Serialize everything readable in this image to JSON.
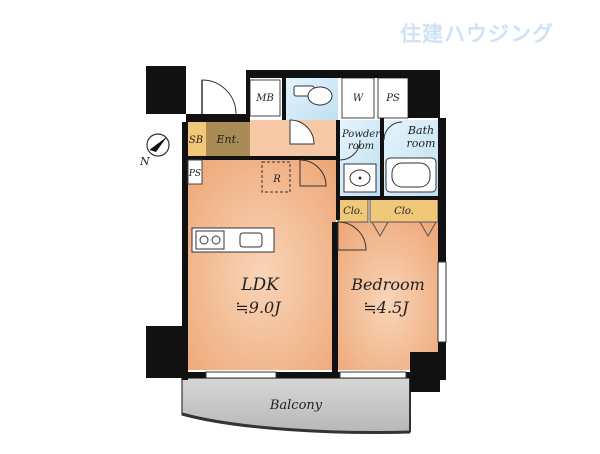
{
  "brand": {
    "logo_text": "住建ハウジング"
  },
  "compass": {
    "north_label": "N"
  },
  "rooms": {
    "mb": "MB",
    "w": "W",
    "ps_top": "PS",
    "sb": "SB",
    "ent": "Ent.",
    "powder_line1": "Powder",
    "powder_line2": "room",
    "bath_line1": "Bath",
    "bath_line2": "room",
    "ps_left": "PS",
    "r": "R",
    "clo1": "Clo.",
    "clo2": "Clo.",
    "ldk_name": "LDK",
    "ldk_size": "≒9.0J",
    "bedroom_name": "Bedroom",
    "bedroom_size": "≒4.5J",
    "balcony": "Balcony"
  },
  "colors": {
    "ldk": "#f2b98f",
    "bedroom": "#f2b98f",
    "hall": "#f5c7a4",
    "entrance": "#a88b55",
    "closet": "#f1c87a",
    "wet_area": "#d4ebf8",
    "balcony": "#c8c8c8",
    "wall": "#111111",
    "brand": "#cfe2f5"
  }
}
